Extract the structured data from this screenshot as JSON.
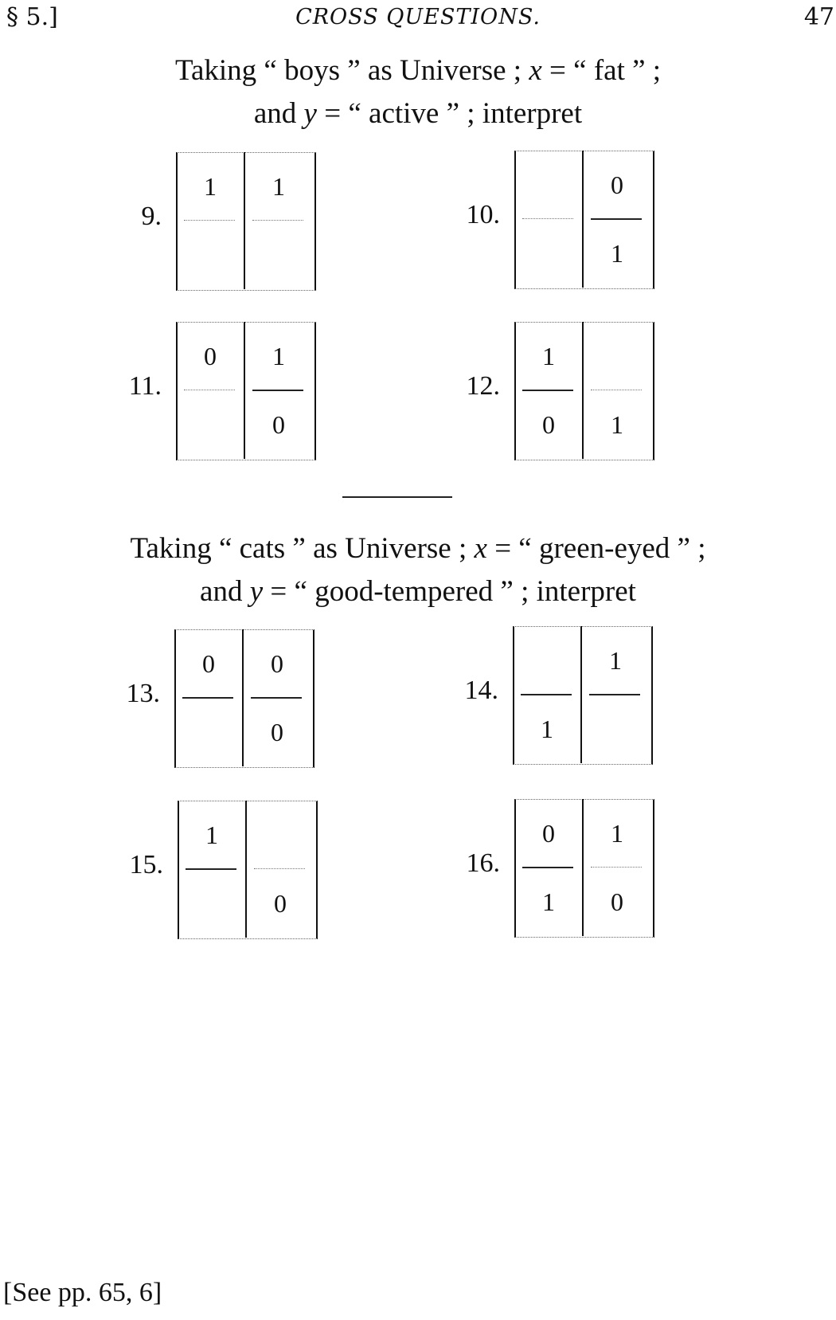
{
  "header": {
    "section": "§ 5.]",
    "running_title": "CROSS QUESTIONS.",
    "page_number": "47"
  },
  "group1": {
    "line1_a": "Taking “ boys ” as Universe ; ",
    "line1_var": "x",
    "line1_b": " = “ fat ” ;",
    "line2_a": "and ",
    "line2_var": "y",
    "line2_b": " = “ active ” ;  interpret"
  },
  "group2": {
    "line1_a": "Taking “ cats ” as Universe ; ",
    "line1_var": "x",
    "line1_b": " = “ green-eyed ” ;",
    "line2_a": "and ",
    "line2_var": "y",
    "line2_b": " = “ good-tempered ” ;  interpret"
  },
  "diagrams": [
    {
      "label": "9.",
      "tl": "1",
      "tr": "1",
      "bl": "",
      "br": "",
      "h_left": "dotted",
      "h_right": "dotted"
    },
    {
      "label": "10.",
      "tl": "",
      "tr": "0",
      "bl": "",
      "br": "1",
      "h_left": "dotted",
      "h_right": "solid"
    },
    {
      "label": "11.",
      "tl": "0",
      "tr": "1",
      "bl": "",
      "br": "0",
      "h_left": "dotted",
      "h_right": "solid"
    },
    {
      "label": "12.",
      "tl": "1",
      "tr": "",
      "bl": "0",
      "br": "1",
      "h_left": "solid",
      "h_right": "dotted"
    },
    {
      "label": "13.",
      "tl": "0",
      "tr": "0",
      "bl": "",
      "br": "0",
      "h_left": "solid",
      "h_right": "solid"
    },
    {
      "label": "14.",
      "tl": "",
      "tr": "1",
      "bl": "1",
      "br": "",
      "h_left": "solid",
      "h_right": "solid"
    },
    {
      "label": "15.",
      "tl": "1",
      "tr": "",
      "bl": "",
      "br": "0",
      "h_left": "solid",
      "h_right": "dotted"
    },
    {
      "label": "16.",
      "tl": "0",
      "tr": "1",
      "bl": "1",
      "br": "0",
      "h_left": "solid",
      "h_right": "dotted"
    }
  ],
  "footer": {
    "text": "[See pp. 65, 6]"
  }
}
